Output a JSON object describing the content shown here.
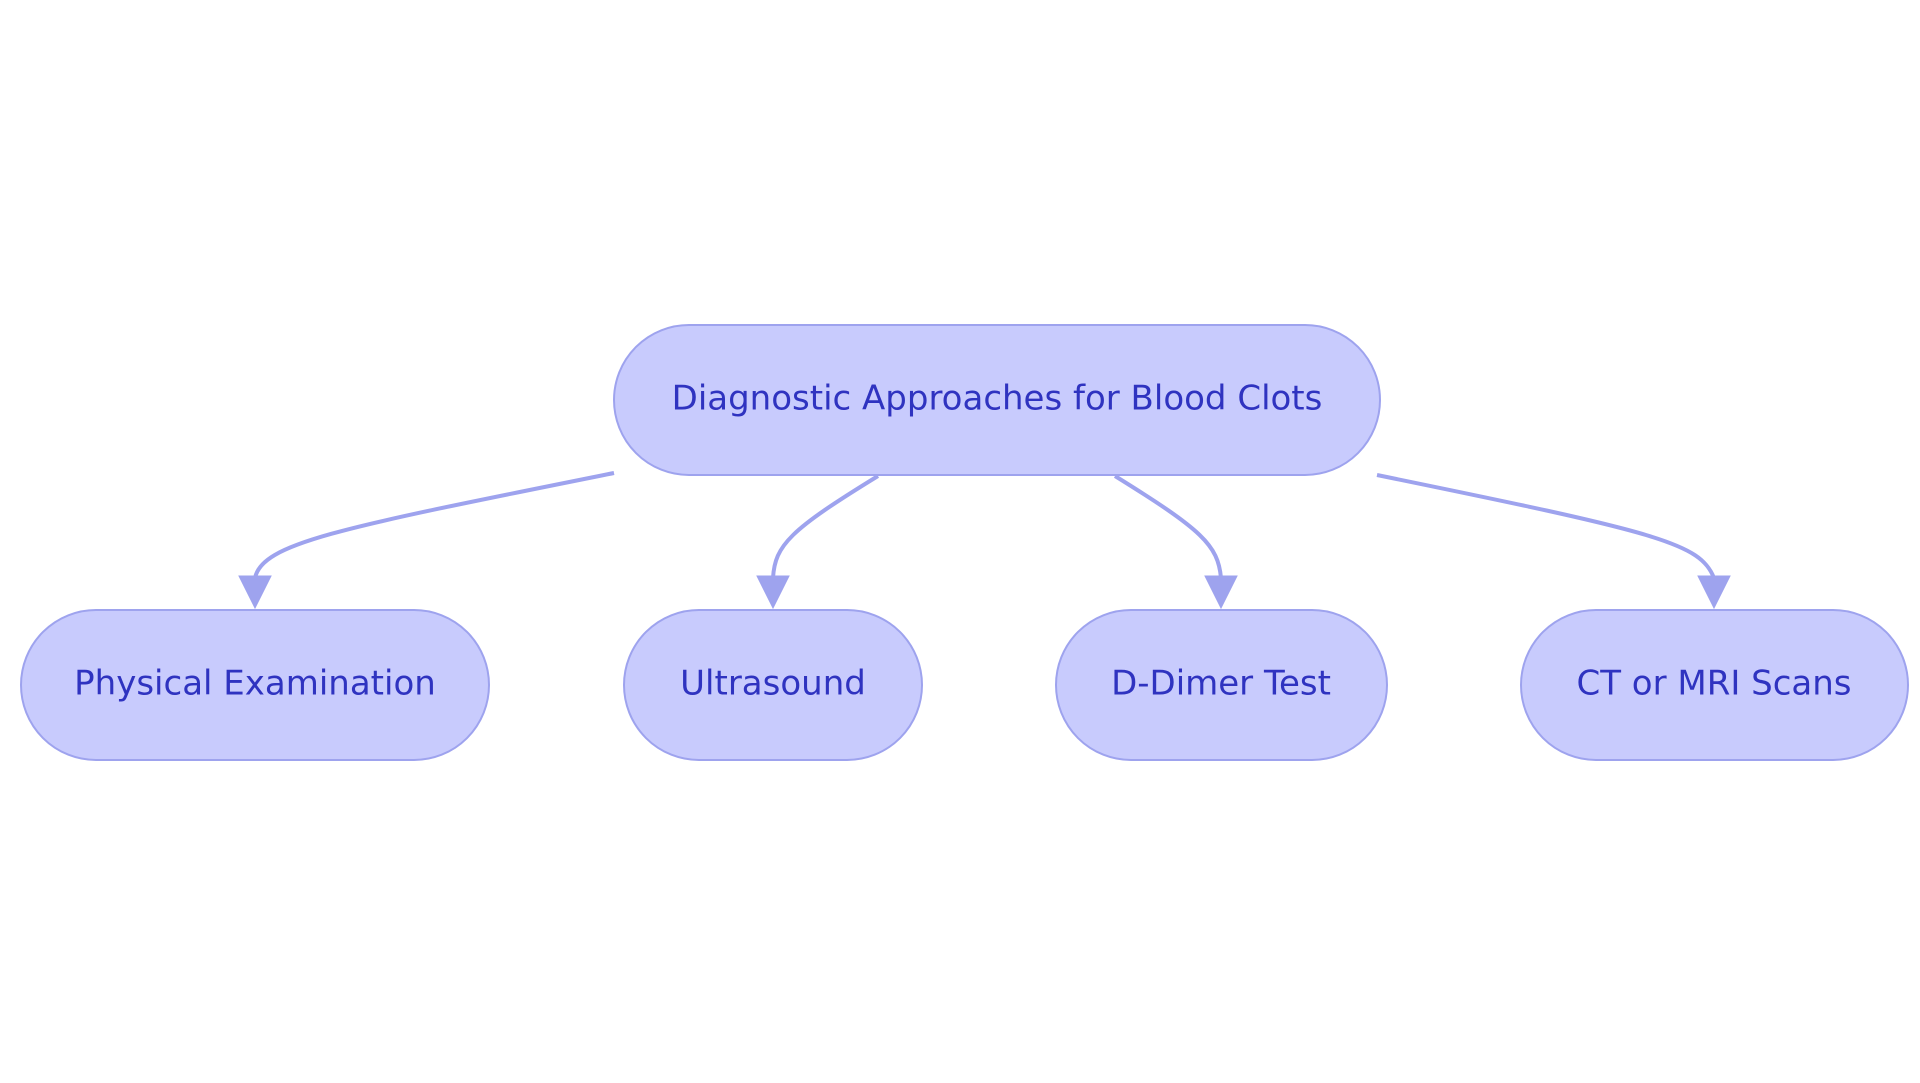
{
  "diagram": {
    "root": {
      "label": "Diagnostic Approaches for Blood Clots"
    },
    "children": [
      {
        "label": "Physical Examination"
      },
      {
        "label": "Ultrasound"
      },
      {
        "label": "D-Dimer Test"
      },
      {
        "label": "CT or MRI Scans"
      }
    ]
  },
  "colors": {
    "node_fill": "#c8cbfd",
    "node_stroke": "#9ea3ee",
    "text": "#2f33c0",
    "edge": "#9ea3ee"
  }
}
